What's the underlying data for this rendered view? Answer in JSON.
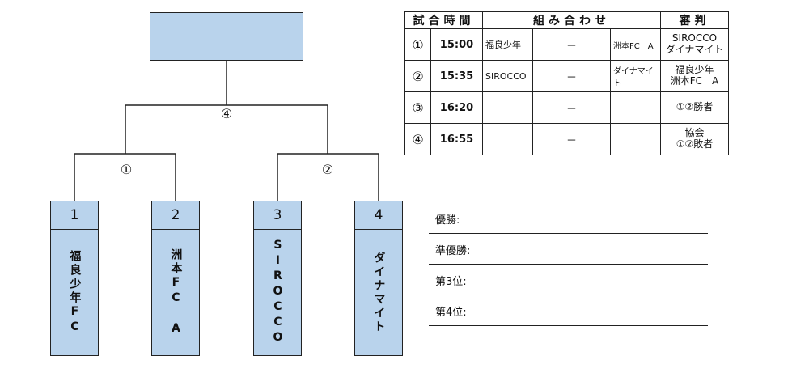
{
  "bracket": {
    "final_label": "④",
    "semi_labels": [
      "①",
      "②"
    ],
    "teams": [
      {
        "num": "1",
        "name": "福良少年FC"
      },
      {
        "num": "2",
        "name": "洲本FC A"
      },
      {
        "num": "3",
        "name": "SIROCCO"
      },
      {
        "num": "4",
        "name": "ダイナマイト"
      }
    ]
  },
  "schedule": {
    "headers": [
      "試合時間",
      "組み合わせ",
      "審判"
    ],
    "rows": [
      {
        "num": "①",
        "time": "15:00",
        "home": "福良少年",
        "dash": "－",
        "away": "洲本FC　A",
        "ref": [
          "SIROCCO",
          "ダイナマイト"
        ]
      },
      {
        "num": "②",
        "time": "15:35",
        "home": "SIROCCO",
        "dash": "－",
        "away": "ダイナマイト",
        "ref": [
          "福良少年",
          "洲本FC　A"
        ]
      },
      {
        "num": "③",
        "time": "16:20",
        "home": "",
        "dash": "－",
        "away": "",
        "ref": [
          "①②勝者"
        ]
      },
      {
        "num": "④",
        "time": "16:55",
        "home": "",
        "dash": "－",
        "away": "",
        "ref": [
          "協会",
          "①②敗者"
        ]
      }
    ]
  },
  "results": [
    "優勝:",
    "準優勝:",
    "第3位:",
    "第4位:"
  ],
  "colors": {
    "team_fill": "#b9d3ec",
    "line": "#222222"
  }
}
